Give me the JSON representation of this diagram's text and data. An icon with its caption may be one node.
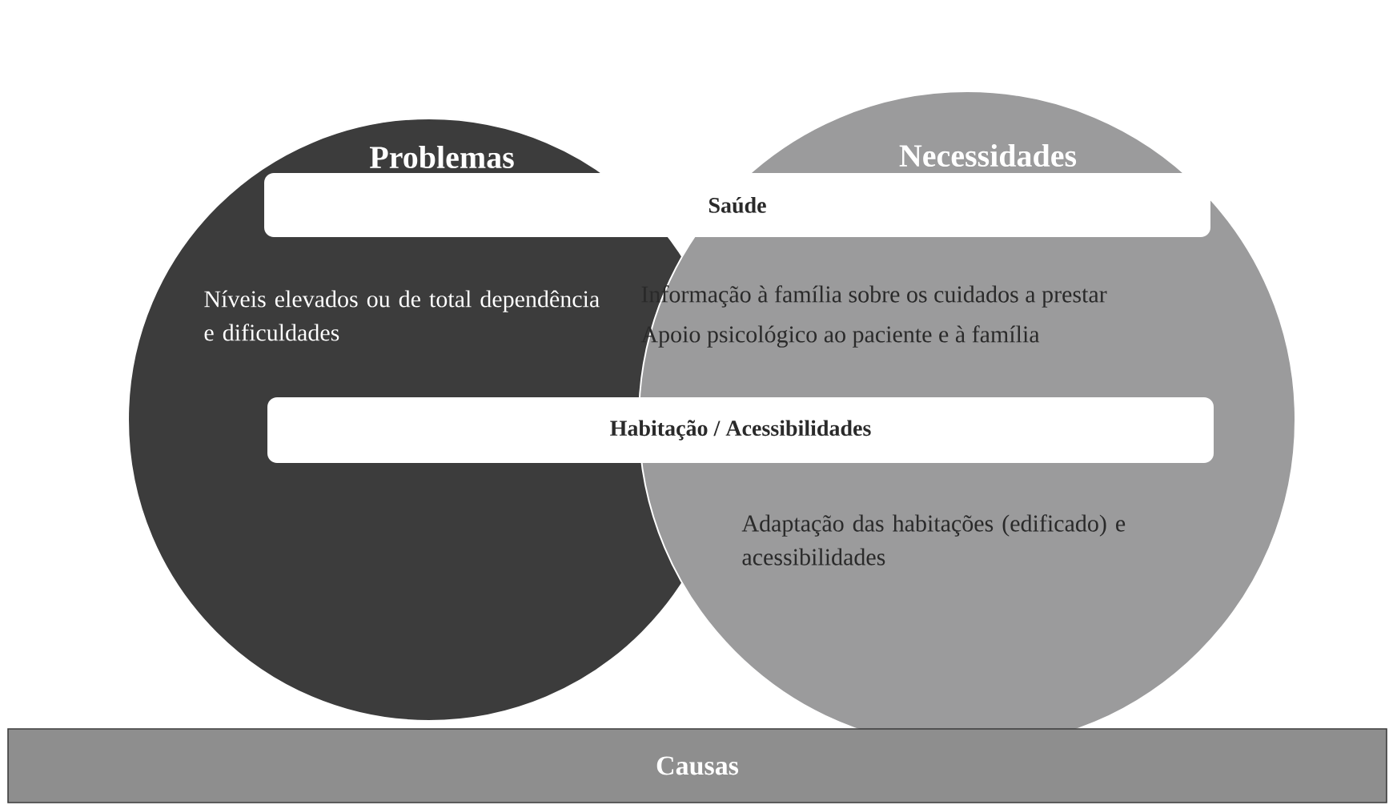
{
  "diagram": {
    "nodes": [
      {
        "text": [
          "Problemas",
          "Níveis elevados ou de total dependência e dificuldades"
        ]
      },
      {
        "text": [
          "Necessidades",
          "Informação à família sobre os cuidados a prestar",
          "Apoio psicológico ao paciente e à família",
          "Adaptação das habitações (edificado) e acessibilidades"
        ]
      },
      {
        "text": [
          "Saúde"
        ]
      },
      {
        "text": [
          "Habitação / Acessibilidades"
        ]
      },
      {
        "text": [
          "Causas"
        ]
      }
    ],
    "edges": []
  }
}
